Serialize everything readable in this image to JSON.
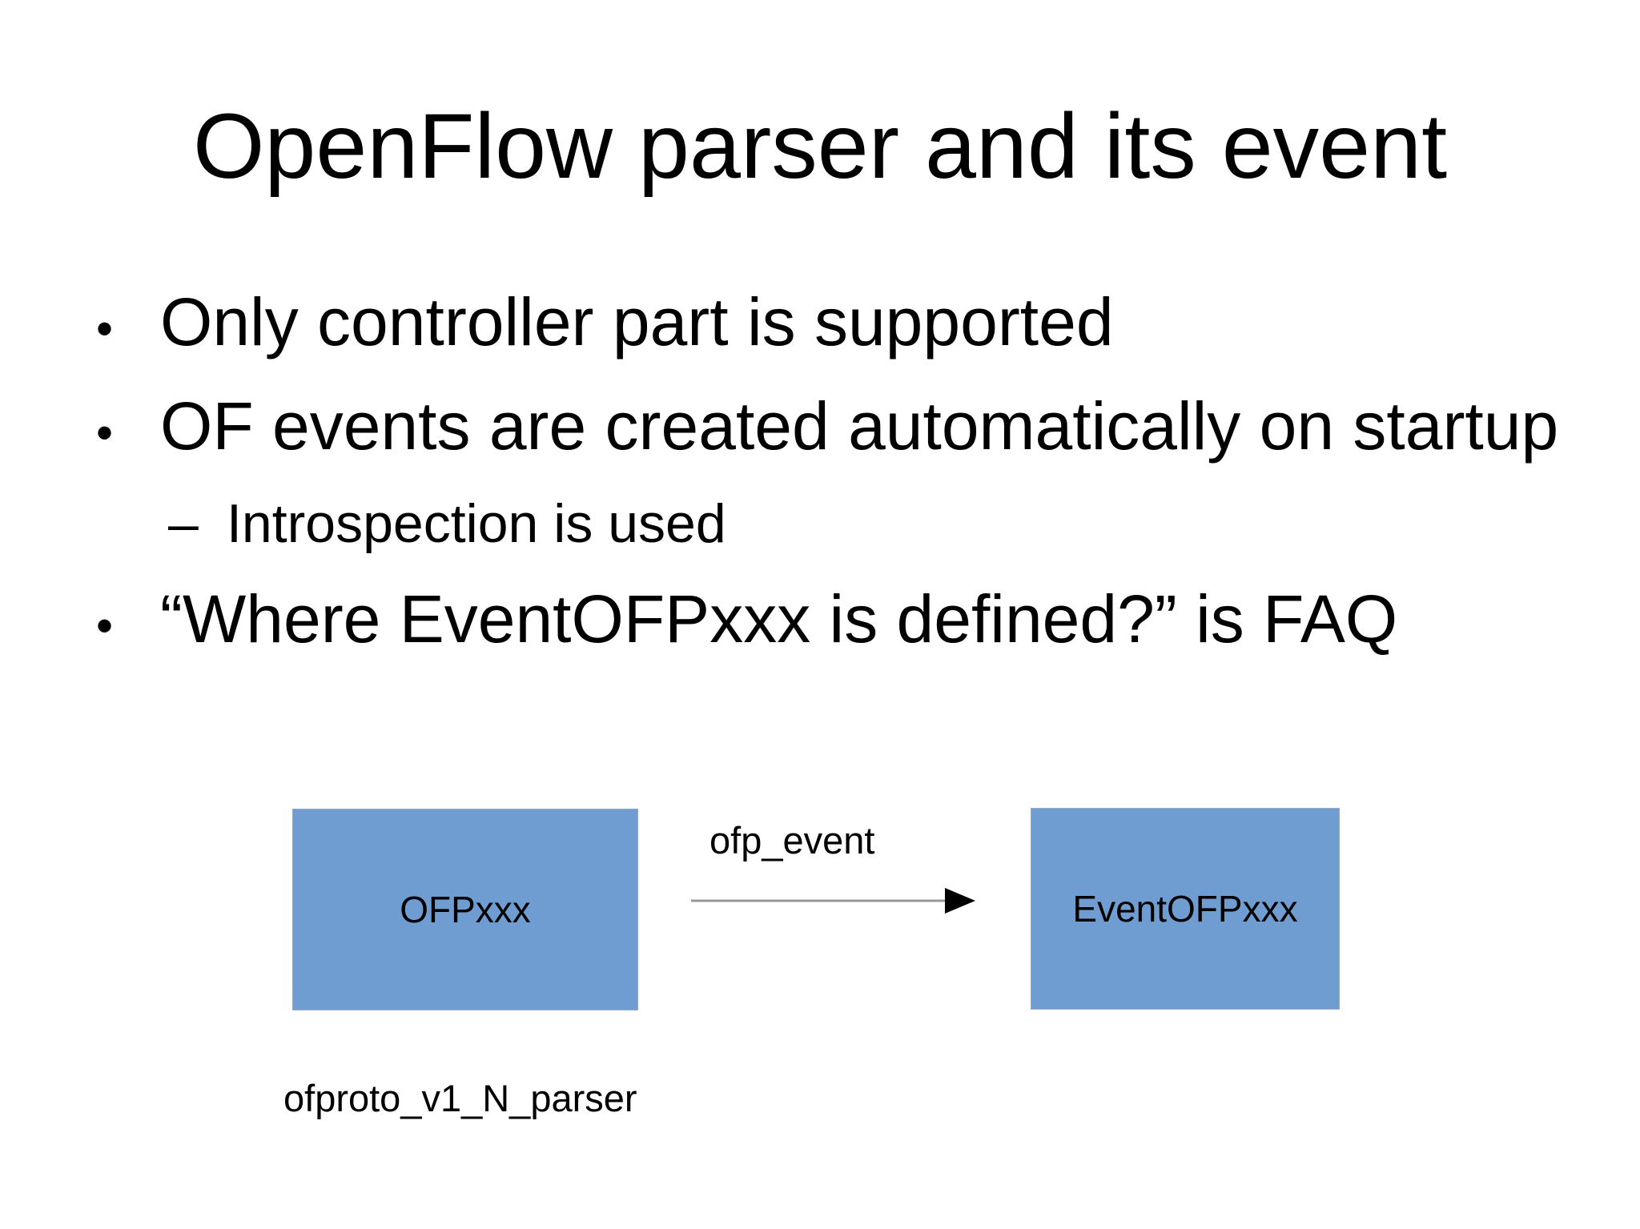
{
  "slide": {
    "title": "OpenFlow parser and its event",
    "bullets": [
      {
        "level": 1,
        "marker": "•",
        "text": "Only controller part is supported"
      },
      {
        "level": 1,
        "marker": "•",
        "text": "OF events are created automatically on startup"
      },
      {
        "level": 2,
        "marker": "–",
        "text": "Introspection is used"
      },
      {
        "level": 1,
        "marker": "•",
        "text": "“Where EventOFPxxx is defined?” is FAQ"
      }
    ],
    "diagram": {
      "source_box_label": "OFPxxx",
      "target_box_label": "EventOFPxxx",
      "arrow_label": "ofp_event",
      "caption": "ofproto_v1_N_parser",
      "colors": {
        "background": "#FFFFFF",
        "text": "#000000",
        "box_fill": "#6F9DD1",
        "box_border": "#95A9C5",
        "arrow_line": "#999999",
        "arrow_head": "#000000"
      }
    }
  }
}
